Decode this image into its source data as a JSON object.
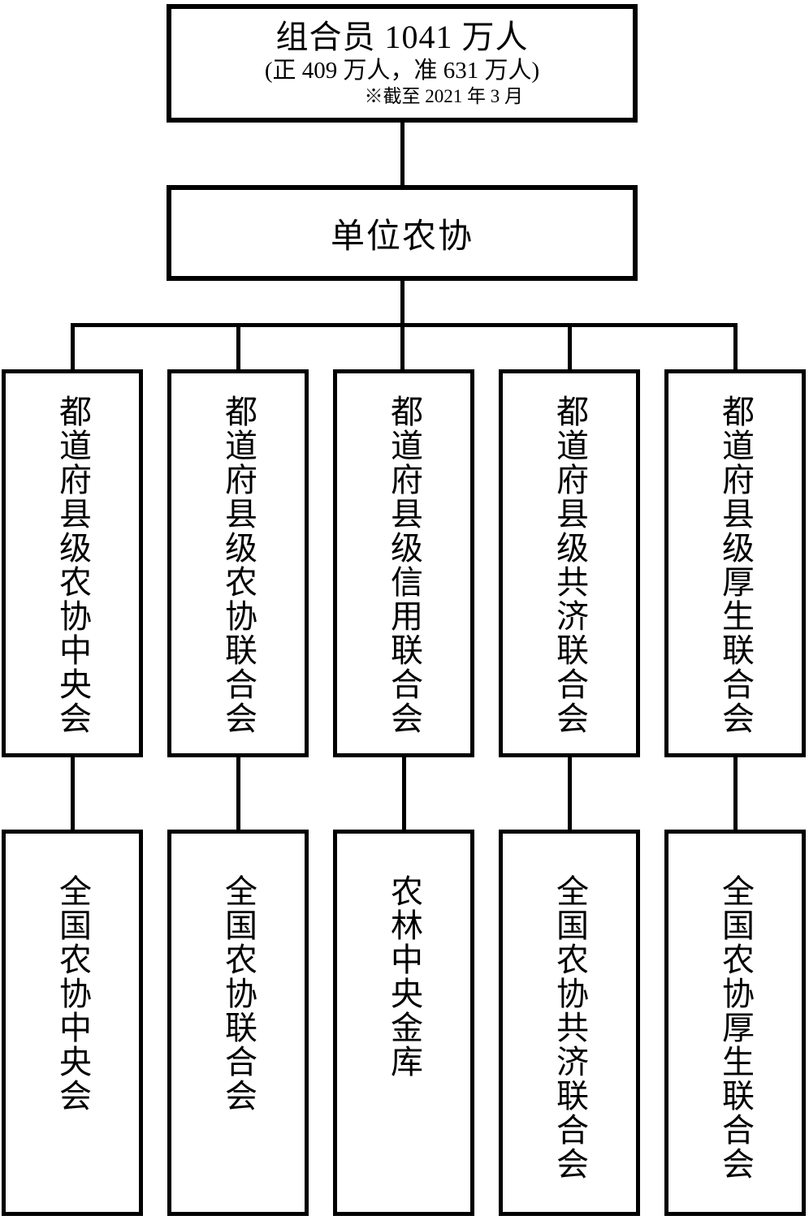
{
  "members_box": {
    "line1": "组合员 1041 万人",
    "line2": "(正 409 万人，准 631 万人)",
    "note": "※截至 2021 年 3 月"
  },
  "unit_box": {
    "label": "单位农协"
  },
  "prefectural_row": [
    {
      "label": "都道府县级农协中央会"
    },
    {
      "label": "都道府县级农协联合会"
    },
    {
      "label": "都道府县级信用联合会"
    },
    {
      "label": "都道府县级共济联合会"
    },
    {
      "label": "都道府县级厚生联合会"
    }
  ],
  "national_row": [
    {
      "label": "全国农协中央会"
    },
    {
      "label": "全国农协联合会"
    },
    {
      "label": "农林中央金库"
    },
    {
      "label": "全国农协共济联合会"
    },
    {
      "label": "全国农协厚生联合会"
    }
  ],
  "colors": {
    "line": "#000000",
    "background": "#ffffff",
    "text": "#000000"
  }
}
